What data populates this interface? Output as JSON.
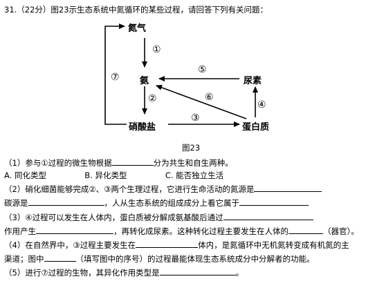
{
  "question": {
    "header": "31.（22分）图23示生态系统中氮循环的某些过程，请回答下列有关问题："
  },
  "diagram": {
    "nodes": {
      "nitrogen_gas": "氮气",
      "ammonia": "氨",
      "nitrate": "硝酸盐",
      "protein": "蛋白质",
      "urea": "尿素"
    },
    "labels": {
      "p1": "①",
      "p2": "②",
      "p3": "③",
      "p4": "④",
      "p5": "⑤",
      "p6": "⑥",
      "p7": "⑦"
    },
    "caption": "图23"
  },
  "subquestions": {
    "q1_a": "（1）参与①过程的微生物根据",
    "q1_b": "分为共生和自生两种。",
    "q1_options": {
      "A": "A.  同化类型",
      "B": "B.  异化类型",
      "C": "C.  能否独立生活"
    },
    "q2_line1": "（2）硝化细菌能够完成②、③两个生理过程，它进行生命活动的氮源是",
    "q2_line2_a": "碳源是",
    "q2_line2_b": "，人从生态系统的组成成分上看它属于",
    "q3_line1": "（3）④过程可以发生在人体内，蛋白质被分解成氨基酸后通过",
    "q3_line2_a": "作用产生",
    "q3_line2_b": "，再转化成尿素。这种转化过程主要发生在人体的",
    "q3_line2_c": "（器官）。",
    "q4_line1_a": "（4）在自然界中，③过程主要发生在",
    "q4_line1_b": "体内，是氮循环中无机氮转变成有机氮的主",
    "q4_line2_a": "渠道；图中",
    "q4_line2_b": "（填写图中的序号）的过程最能体现生态系统成分中分解者的功能。",
    "q5_a": "（5）进行⑦过程的生物，其异化作用类型是",
    "q5_b": "。"
  }
}
